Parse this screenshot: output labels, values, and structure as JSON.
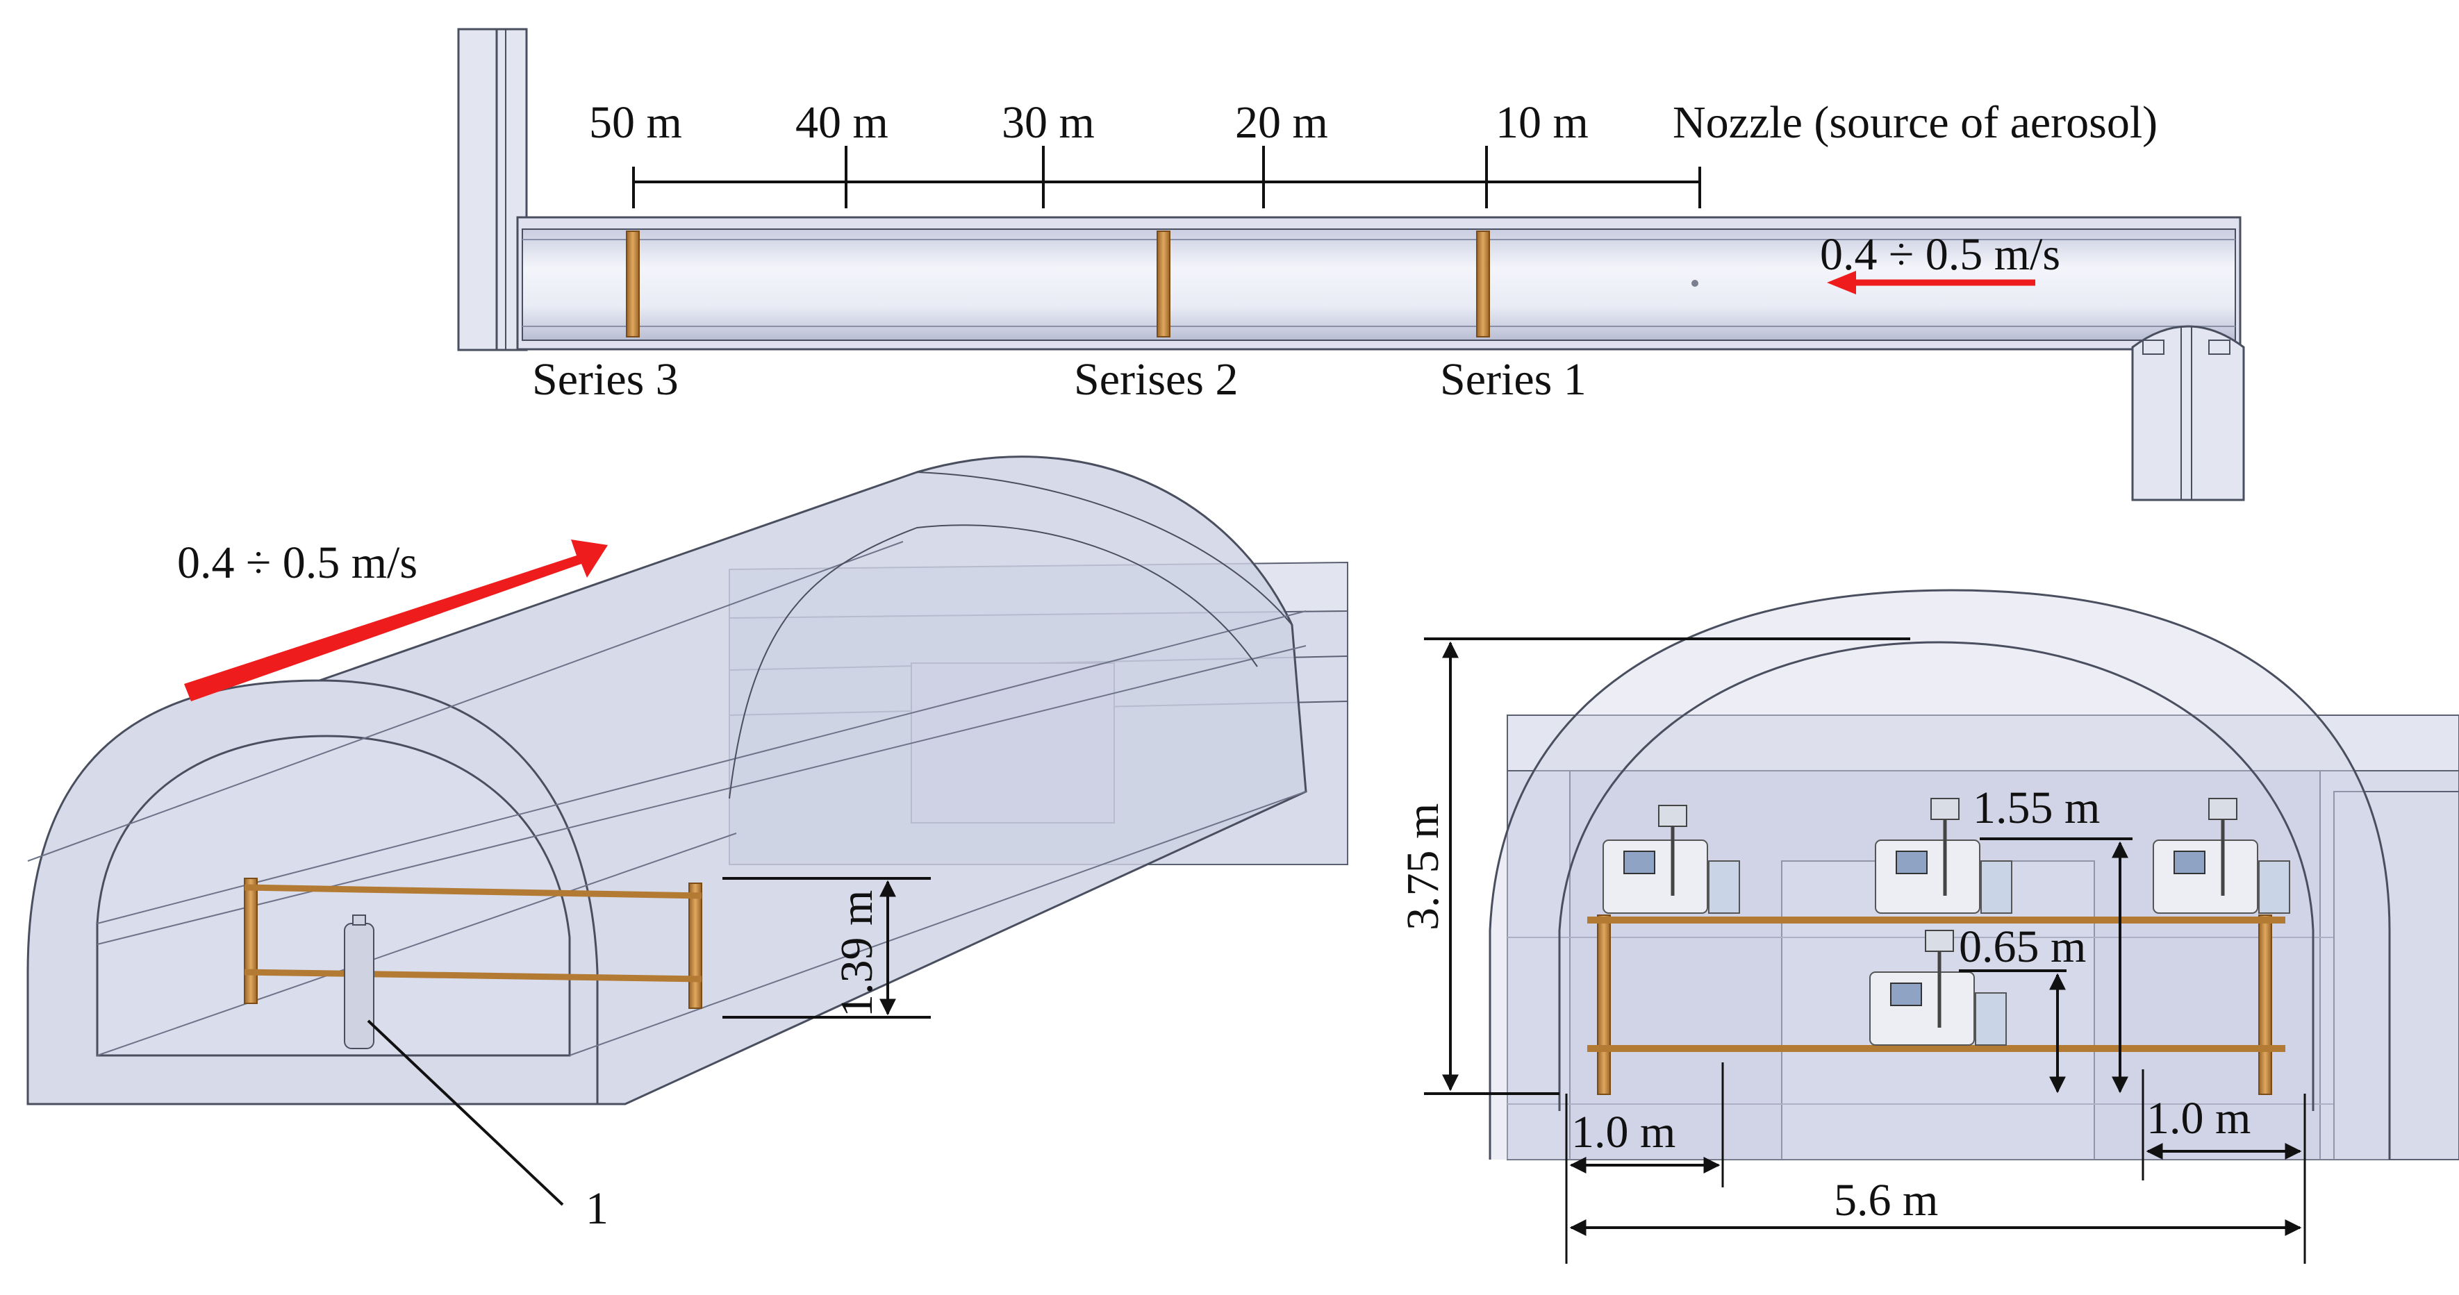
{
  "top_view": {
    "distance_labels": [
      "50 m",
      "40 m",
      "30 m",
      "20 m",
      "10 m"
    ],
    "nozzle_label": "Nozzle (source of aerosol)",
    "flow_speed": "0.4 ÷ 0.5 m/s",
    "series_labels": [
      "Series 3",
      "Serises 2",
      "Series 1"
    ]
  },
  "perspective_view": {
    "flow_speed": "0.4 ÷ 0.5 m/s",
    "height_label": "1.39 m",
    "callout_label": "1"
  },
  "cross_section": {
    "total_height": "3.75 m",
    "upper_height": "1.55 m",
    "lower_height": "0.65 m",
    "left_offset": "1.0 m",
    "right_offset": "1.0 m",
    "total_width": "5.6 m"
  },
  "colors": {
    "flow_arrow": "#ee1c1c",
    "wood_frame": "#c98a3c",
    "tunnel_fill": "#d7dcea",
    "outline": "#4a4f60"
  }
}
